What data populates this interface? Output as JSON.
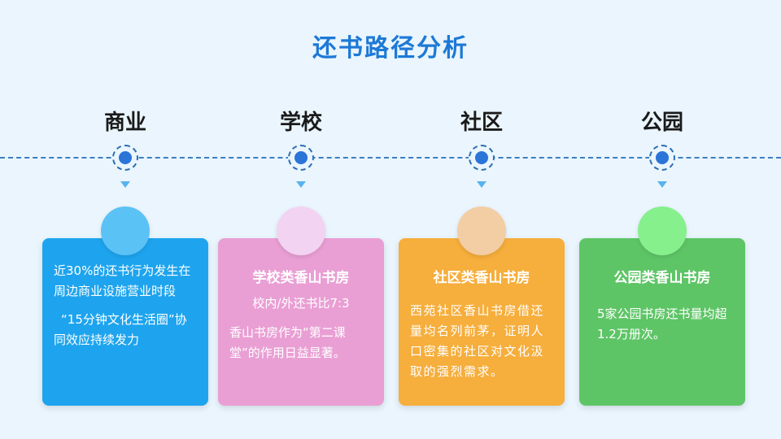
{
  "title": "还书路径分析",
  "colors": {
    "title": "#1d79d6",
    "timeline": "#3b7fc4",
    "node": "#2b74d8",
    "background": "#eaf5fd"
  },
  "stages": [
    {
      "label": "商业",
      "card_color": "#1ea4ee",
      "bubble_color": "#5bc2f6",
      "heading": "",
      "subheading": "",
      "paragraphs": [
        "近30%的还书行为发生在周边商业设施营业时段",
        "“15分钟文化生活圈”协同效应持续发力"
      ]
    },
    {
      "label": "学校",
      "card_color": "#e99fd4",
      "bubble_color": "#f2d3f2",
      "heading": "学校类香山书房",
      "subheading": "校内/外还书比7:3",
      "paragraphs": [
        "香山书房作为“第二课堂”的作用日益显著。"
      ]
    },
    {
      "label": "社区",
      "card_color": "#f6ae3c",
      "bubble_color": "#f3cda4",
      "heading": "社区类香山书房",
      "subheading": "",
      "paragraphs": [
        "西苑社区香山书房借还量均名列前茅，证明人口密集的社区对文化汲取的强烈需求。"
      ]
    },
    {
      "label": "公园",
      "card_color": "#5ec566",
      "bubble_color": "#86f08c",
      "heading": "公园类香山书房",
      "subheading": "",
      "paragraphs": [
        "5家公园书房还书量均超1.2万册次。"
      ]
    }
  ]
}
